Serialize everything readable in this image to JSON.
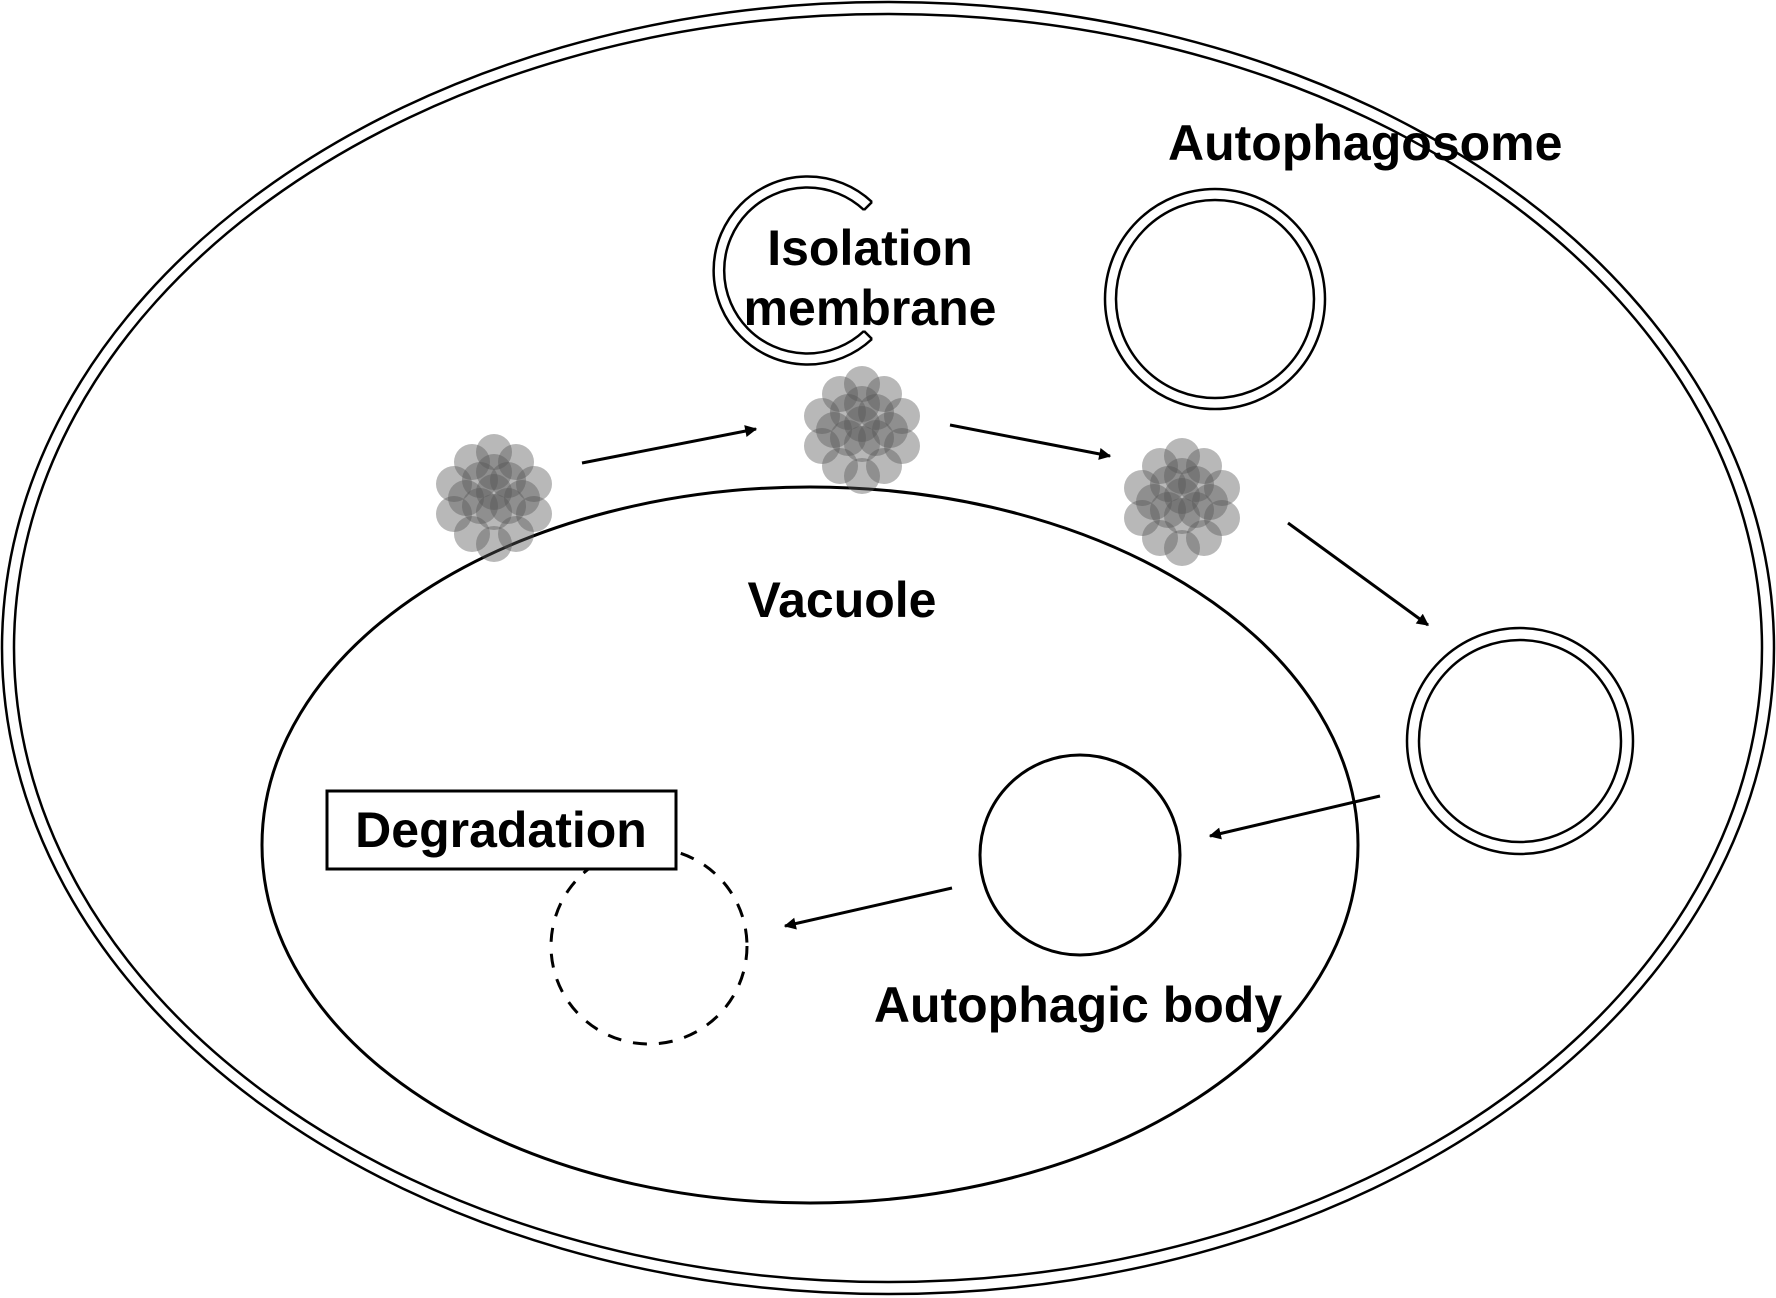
{
  "labels": {
    "autophagosome": "Autophagosome",
    "isolation_line1": "Isolation",
    "isolation_line2": "membrane",
    "vacuole": "Vacuole",
    "autophagic_body": "Autophagic body",
    "degradation": "Degradation"
  },
  "colors": {
    "stroke": "#000000",
    "background": "#ffffff",
    "cargo": "#555555"
  }
}
